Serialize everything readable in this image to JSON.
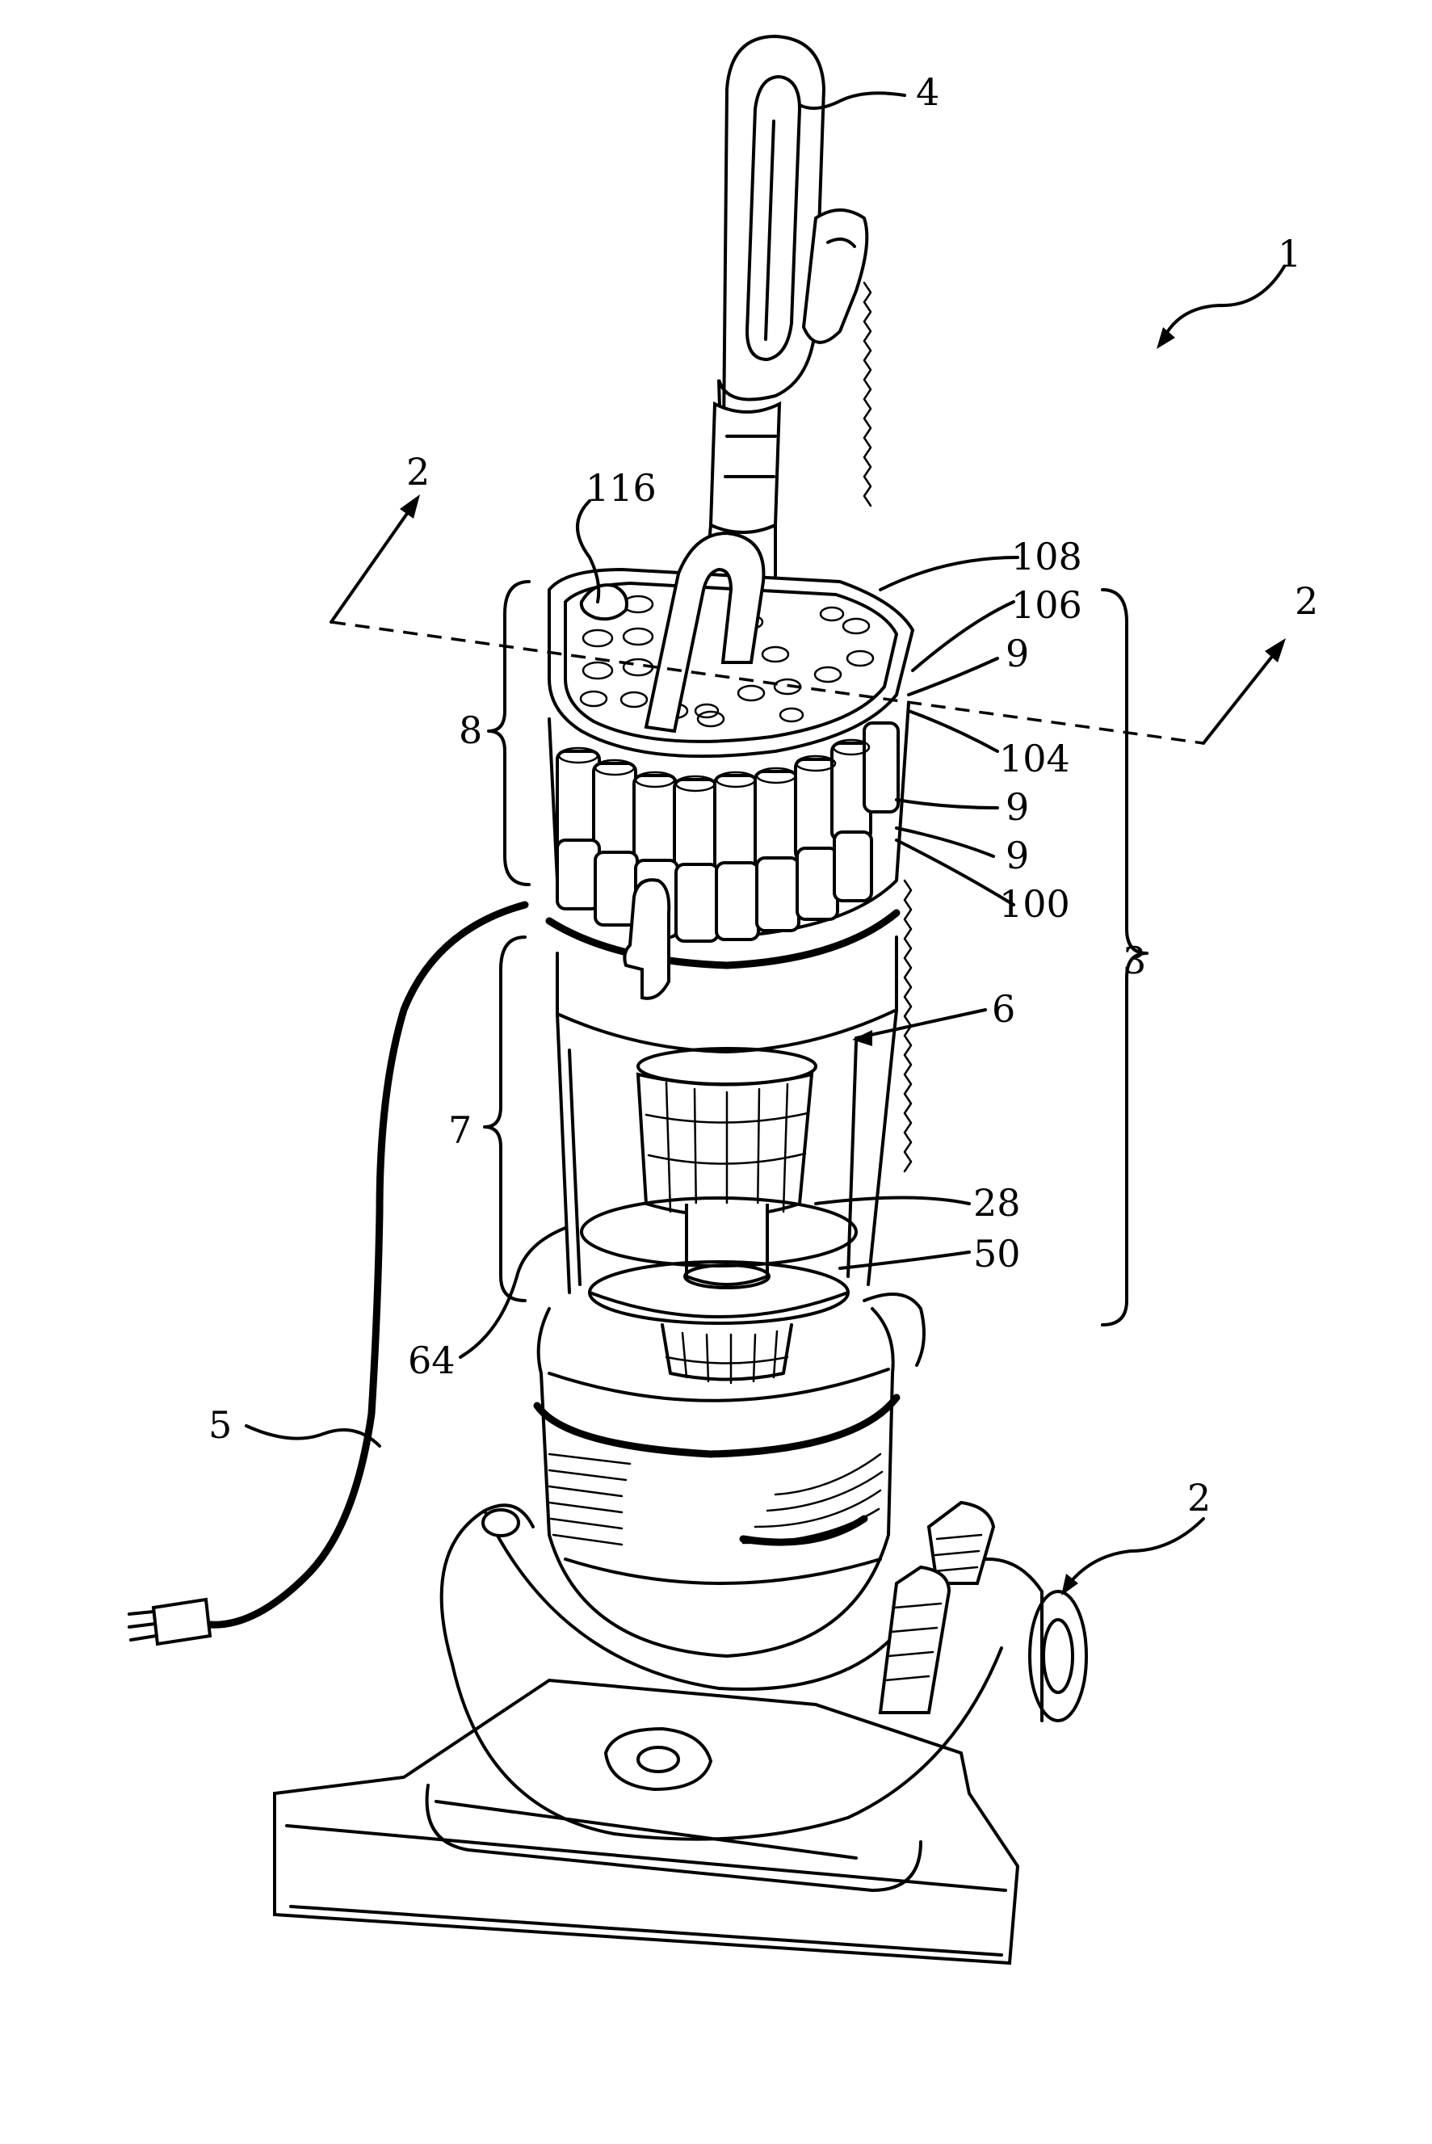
{
  "figure": {
    "labels": {
      "l1": "1",
      "l2_top_left": "2",
      "l2_right": "2",
      "l2_bottom": "2",
      "l3": "3",
      "l4": "4",
      "l5": "5",
      "l6": "6",
      "l7": "7",
      "l8": "8",
      "l9_a": "9",
      "l9_b": "9",
      "l9_c": "9",
      "l28": "28",
      "l50": "50",
      "l64": "64",
      "l100": "100",
      "l104": "104",
      "l106": "106",
      "l108": "108",
      "l116": "116"
    }
  }
}
